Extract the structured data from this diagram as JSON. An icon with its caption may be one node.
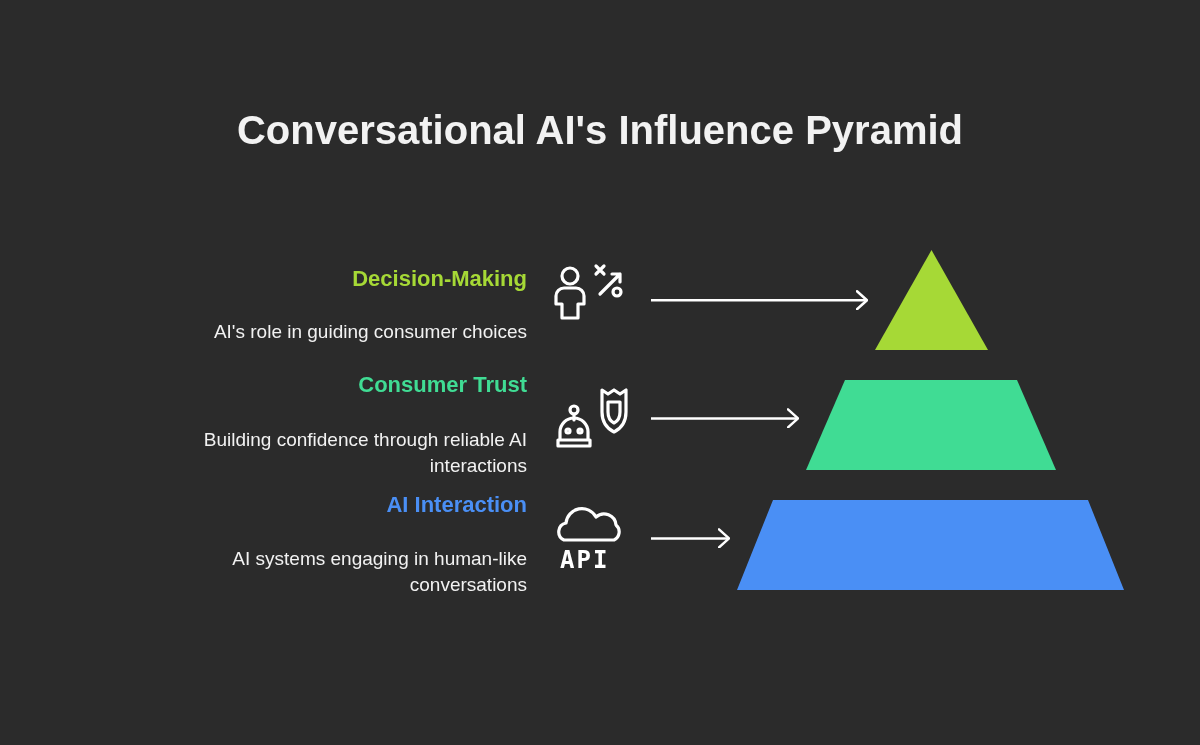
{
  "diagram": {
    "title": "Conversational AI's Influence Pyramid",
    "nodes": [
      {
        "text": [
          "Decision-Making",
          "AI's role in guiding consumer choices"
        ]
      },
      {
        "text": [
          "Consumer Trust",
          "Building confidence through reliable AI interactions"
        ]
      },
      {
        "text": [
          "AI Interaction",
          "AI systems engaging in human-like conversations"
        ],
        "beside": [
          "API"
        ]
      },
      {
        "text": [],
        "shape": "triangle"
      },
      {
        "text": [],
        "shape": "trapezoid"
      },
      {
        "text": [],
        "shape": "trapezoid"
      }
    ],
    "edges": [
      {
        "from": 0,
        "to": 3,
        "arrow": "to"
      },
      {
        "from": 1,
        "to": 4,
        "arrow": "to"
      },
      {
        "from": 2,
        "to": 5,
        "arrow": "to"
      }
    ]
  }
}
